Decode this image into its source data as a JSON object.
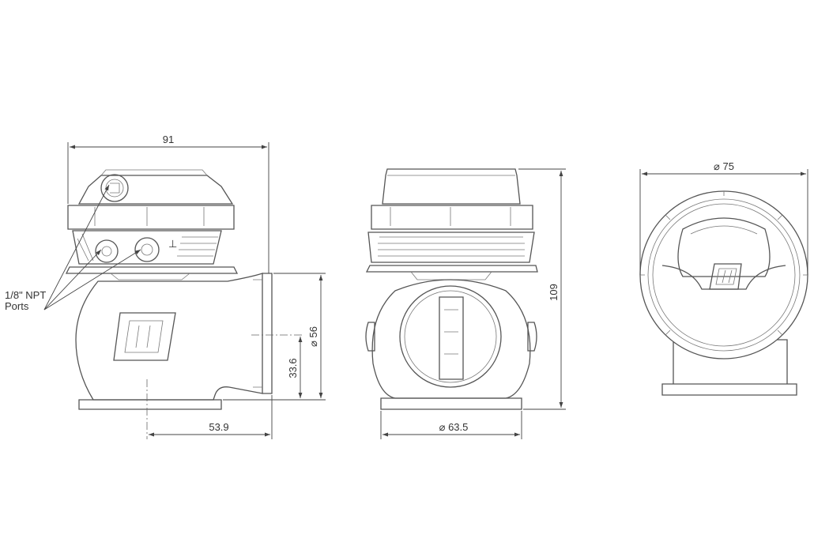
{
  "dimensions": {
    "width_91": "91",
    "height_56": "⌀ 56",
    "height_33_6": "33.6",
    "width_53_9": "53.9",
    "height_109": "109",
    "diameter_63_5": "⌀ 63.5",
    "diameter_75": "⌀ 75"
  },
  "callout": {
    "line1": "1/8\" NPT",
    "line2": "Ports"
  },
  "colors": {
    "line": "#555555",
    "text": "#333333",
    "background": "#ffffff"
  }
}
